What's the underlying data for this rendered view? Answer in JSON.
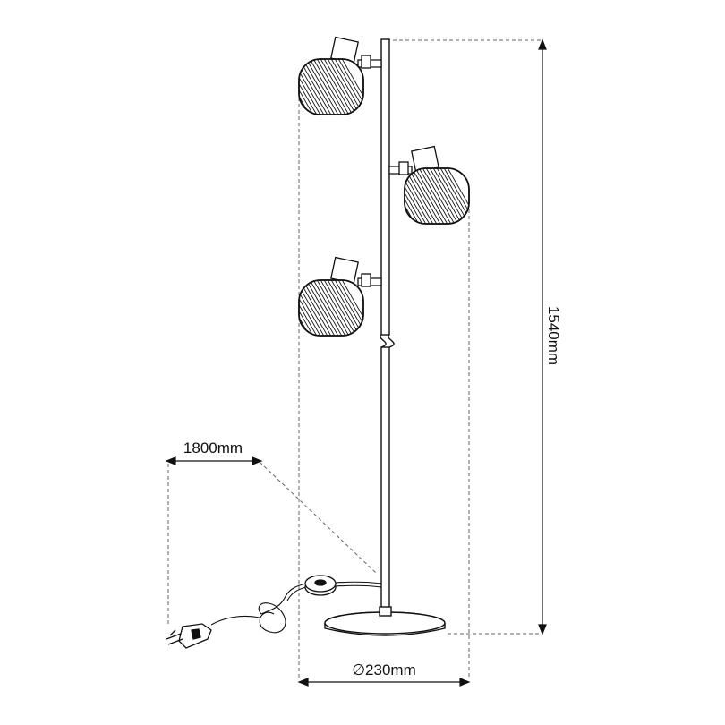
{
  "diagram": {
    "subject": "three-head floor lamp with cord and plug",
    "dimensions": {
      "height_label": "1540mm",
      "cord_label": "1800mm",
      "base_label": "∅230mm"
    },
    "colors": {
      "line": "#111111",
      "dim_line": "#555555",
      "background": "#ffffff"
    },
    "heads": [
      {
        "name": "lamp-head-top",
        "side": "left"
      },
      {
        "name": "lamp-head-middle",
        "side": "right"
      },
      {
        "name": "lamp-head-bottom",
        "side": "left"
      }
    ]
  }
}
